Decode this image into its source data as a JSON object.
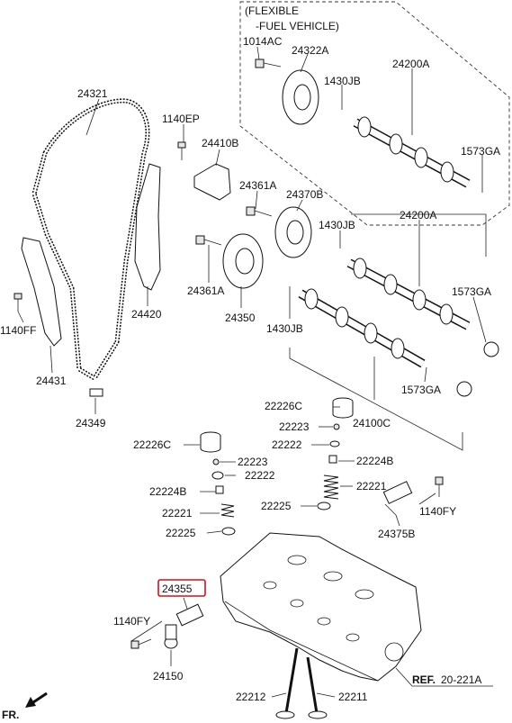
{
  "note": {
    "line1": "(FLEXIBLE",
    "line2": "-FUEL VEHICLE)"
  },
  "labels": {
    "p1014AC": "1014AC",
    "p24322A": "24322A",
    "p24200A_top": "24200A",
    "p1430JB_top": "1430JB",
    "p1573GA_top": "1573GA",
    "p24321": "24321",
    "p1140EP": "1140EP",
    "p24410B": "24410B",
    "p24361A_top": "24361A",
    "p24370B": "24370B",
    "p1430JB_mid": "1430JB",
    "p24200A_mid": "24200A",
    "p1573GA_mid": "1573GA",
    "p24361A_bot": "24361A",
    "p24350": "24350",
    "p24420": "24420",
    "p1140FF": "1140FF",
    "p24431": "24431",
    "p1430JB_bot": "1430JB",
    "p1573GA_bot": "1573GA",
    "p22226C_r": "22226C",
    "p24349": "24349",
    "p22223_r": "22223",
    "p24100C": "24100C",
    "p22226C_l": "22226C",
    "p22222_r": "22222",
    "p22223_l": "22223",
    "p22224B_r": "22224B",
    "p22222_l": "22222",
    "p22221_r": "22221",
    "p22224B_l": "22224B",
    "p22225_r": "22225",
    "p1140FY_r": "1140FY",
    "p22221_l": "22221",
    "p24375B": "24375B",
    "p22225_l": "22225",
    "p24355": "24355",
    "p1140FY_l": "1140FY",
    "p24150": "24150",
    "ref_bold": "REF.",
    "ref_num": "20-221A",
    "p22212": "22212",
    "p22211": "22211",
    "fr": "FR."
  },
  "colors": {
    "highlight_box": "#d0101a",
    "ink": "#111111"
  },
  "icons": {
    "front_arrow": "arrow-down-left-icon"
  }
}
